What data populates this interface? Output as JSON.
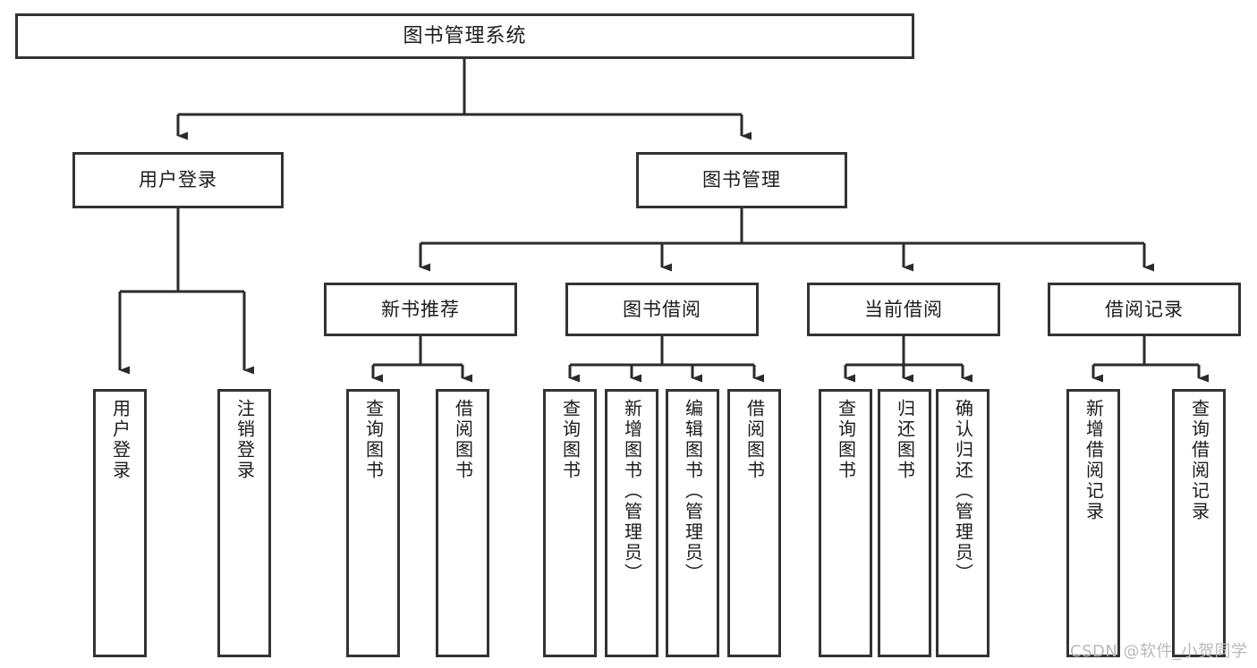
{
  "diagram": {
    "title": "图书管理系统",
    "type": "tree-hierarchy",
    "root": {
      "id": "root",
      "label": "图书管理系统",
      "level": 1
    },
    "level2": [
      {
        "id": "user-login",
        "label": "用户登录"
      },
      {
        "id": "book-manage",
        "label": "图书管理"
      }
    ],
    "level3": [
      {
        "id": "new-book-recommend",
        "label": "新书推荐",
        "parent": "book-manage"
      },
      {
        "id": "book-borrow",
        "label": "图书借阅",
        "parent": "book-manage"
      },
      {
        "id": "current-borrow",
        "label": "当前借阅",
        "parent": "book-manage"
      },
      {
        "id": "borrow-record",
        "label": "借阅记录",
        "parent": "book-manage"
      }
    ],
    "leaves": [
      {
        "id": "leaf-user-login",
        "label": "用户登录",
        "parent": "user-login"
      },
      {
        "id": "leaf-user-logout",
        "label": "注销登录",
        "parent": "user-login"
      },
      {
        "id": "leaf-query-book-1",
        "label": "查询图书",
        "parent": "new-book-recommend"
      },
      {
        "id": "leaf-borrow-book-1",
        "label": "借阅图书",
        "parent": "new-book-recommend"
      },
      {
        "id": "leaf-query-book-2",
        "label": "查询图书",
        "parent": "book-borrow"
      },
      {
        "id": "leaf-add-book",
        "label": "新增图书（管理员）",
        "parent": "book-borrow"
      },
      {
        "id": "leaf-edit-book",
        "label": "编辑图书（管理员）",
        "parent": "book-borrow"
      },
      {
        "id": "leaf-borrow-book-2",
        "label": "借阅图书",
        "parent": "book-borrow"
      },
      {
        "id": "leaf-query-book-3",
        "label": "查询图书",
        "parent": "current-borrow"
      },
      {
        "id": "leaf-return-book",
        "label": "归还图书",
        "parent": "current-borrow"
      },
      {
        "id": "leaf-confirm-return",
        "label": "确认归还（管理员）",
        "parent": "current-borrow"
      },
      {
        "id": "leaf-add-record",
        "label": "新增借阅记录",
        "parent": "borrow-record"
      },
      {
        "id": "leaf-query-record",
        "label": "查询借阅记录",
        "parent": "borrow-record"
      }
    ],
    "colors": {
      "border": "#333333",
      "background": "#ffffff",
      "text": "#1c1c1c",
      "connector": "#2b2b2b",
      "watermark": "#b9b9b9"
    }
  },
  "watermark": {
    "text": "CSDN @软件_小贺同学"
  }
}
